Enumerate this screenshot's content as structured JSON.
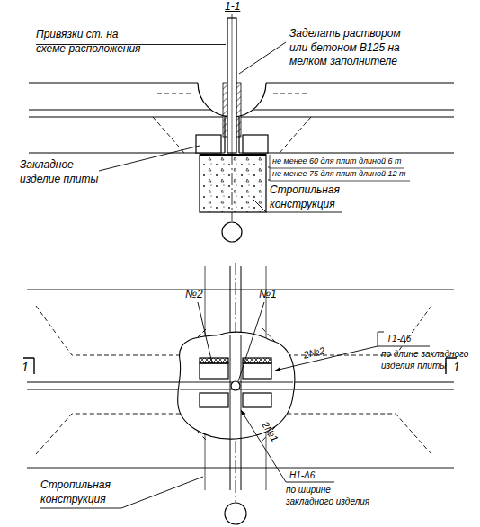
{
  "diagram": {
    "title": "1-1",
    "labels": [
      "Привязки ст. на схеме расположения",
      "Заделать раствором или бетоном В125 на мелком заполнителе",
      "Закладное изделие плиты",
      "не менее 60 для плит длиной 6 m",
      "не менее 75 для плит длиной 12 m",
      "Стропильная конструкция",
      "№2",
      "№1",
      "Т1-Δ6",
      "по длине закладного изделия плиты",
      "2№2",
      "2№1",
      "Н1-Δ6",
      "по ширине закладного изделия",
      "Стропильная конструкция",
      "1",
      "1"
    ]
  }
}
